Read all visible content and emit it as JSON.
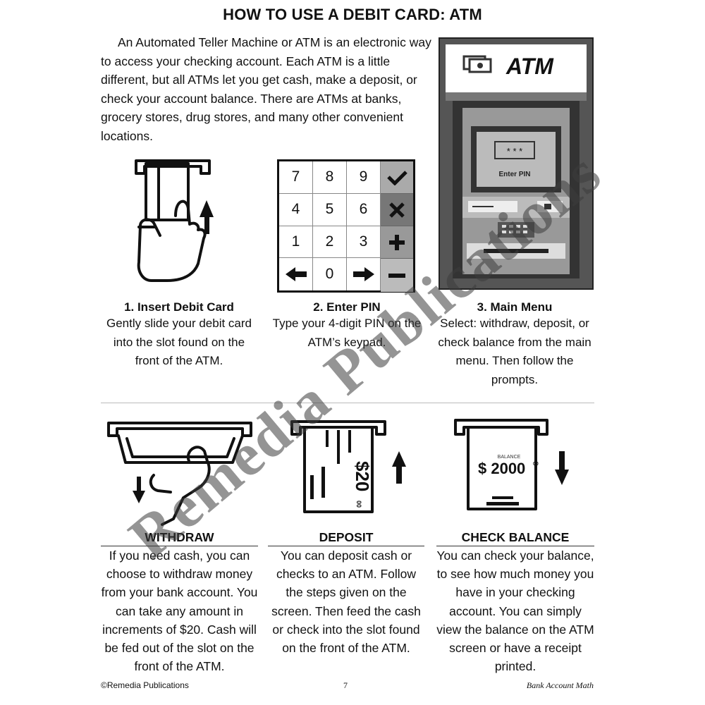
{
  "title": "HOW TO USE A DEBIT CARD: ATM",
  "intro": "An Automated Teller Machine or ATM is an electronic way to access your checking account. Each ATM is a little different, but all ATMs let you get cash, make a deposit, or check your account balance. There are ATMs at banks, grocery stores, drug stores, and many other convenient locations.",
  "atm_image": {
    "sign": "ATM",
    "screen_pin": "* * *",
    "screen_label": "Enter PIN"
  },
  "keypad": {
    "keys": [
      "7",
      "8",
      "9",
      "4",
      "5",
      "6",
      "1",
      "2",
      "3",
      "0"
    ]
  },
  "steps": [
    {
      "title": "1. Insert Debit Card",
      "text": "Gently slide your debit card into the slot found on the front of the ATM."
    },
    {
      "title": "2. Enter PIN",
      "text": "Type your 4-digit PIN on the ATM’s keypad."
    },
    {
      "title": "3. Main Menu",
      "text": "Select: withdraw, deposit, or check balance from the main menu. Then follow the prompts."
    }
  ],
  "deposit_bill": {
    "amount": "$20",
    "cents": "00"
  },
  "balance_receipt": {
    "label": "BALANCE",
    "amount": "$ 2000",
    "cents": "00"
  },
  "columns": [
    {
      "title": "WITHDRAW",
      "text": "If you need cash, you can choose to withdraw money from your bank account. You can take any amount in increments of $20. Cash will be fed out of the slot on the front of the ATM."
    },
    {
      "title": "DEPOSIT",
      "text": "You can deposit cash or checks to an ATM. Follow the steps given on the screen. Then feed the cash or check into the slot found on the front of the ATM."
    },
    {
      "title": "CHECK BALANCE",
      "text": "You can check your balance, to see how much money you have in your checking account. You can simply view the balance on the ATM screen or have a receipt printed."
    }
  ],
  "footer": {
    "left": "©Remedia Publications",
    "center": "7",
    "right": "Bank Account Math"
  },
  "watermark": "Remedia Publications"
}
